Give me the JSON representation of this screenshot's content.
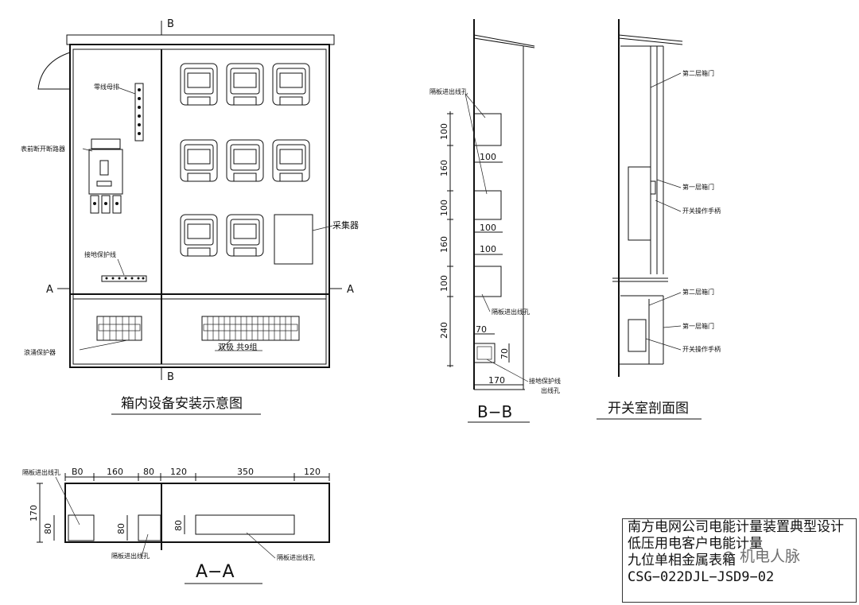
{
  "labels": {
    "section_b": "B",
    "section_a": "A",
    "neutral_bar": "零线母排",
    "meter_breaker": "表前断开断路器",
    "ground_line": "接地保护线",
    "collector": "采集器",
    "surge": "浪涌保护器",
    "double_pole": "双极 共9组",
    "title_left": "箱内设备安装示意图",
    "title_bb": "B−B",
    "title_sw": "开关室剖面图",
    "title_aa": "A−A",
    "partition_hole": "隔板进出线孔",
    "ground_hole_1": "接地保护线",
    "ground_hole_2": "出线孔",
    "door2": "第二层箱门",
    "door1": "第一层箱门",
    "handle": "开关操作手柄"
  },
  "dims": {
    "d100": "100",
    "d160": "160",
    "d240": "240",
    "d70": "70",
    "d170": "170",
    "d80": "80",
    "d120": "120",
    "d350": "350",
    "dB0": "B0"
  },
  "title_block": {
    "line1": "南方电网公司电能计量装置典型设计",
    "line2": "低压用电客户电能计量",
    "line3": "九位单相金属表箱",
    "line4": "CSG−022DJL−JSD9−02"
  },
  "watermark": "机电人脉"
}
